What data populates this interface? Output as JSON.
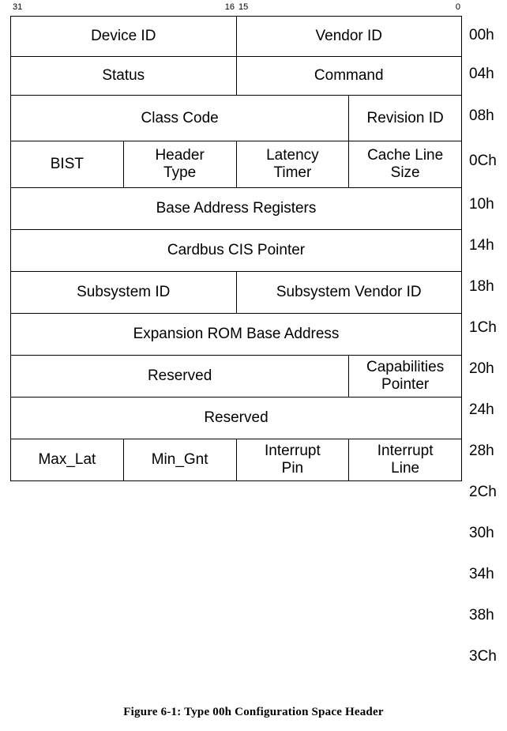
{
  "figure": {
    "caption": "Figure 6-1:  Type 00h Configuration Space Header",
    "title": "Type 00h Configuration Space Header"
  },
  "bit_ruler": {
    "left_half": {
      "start": "31",
      "end": "16"
    },
    "right_half": {
      "start": "15",
      "end": "0"
    }
  },
  "colors": {
    "border": "#000000",
    "background": "#ffffff",
    "text": "#000000"
  },
  "offsets": [
    "00h",
    "04h",
    "08h",
    "0Ch",
    "10h",
    "14h",
    "18h",
    "1Ch",
    "20h",
    "24h",
    "28h",
    "2Ch",
    "30h",
    "34h",
    "38h",
    "3Ch"
  ],
  "rows": [
    {
      "offset": "00h",
      "fields": [
        {
          "label": "Device ID",
          "span": "half"
        },
        {
          "label": "Vendor ID",
          "span": "half"
        }
      ]
    },
    {
      "offset": "04h",
      "fields": [
        {
          "label": "Status",
          "span": "half"
        },
        {
          "label": "Command",
          "span": "half"
        }
      ]
    },
    {
      "offset": "08h",
      "fields": [
        {
          "label": "Class Code",
          "span": "three-quarter"
        },
        {
          "label": "Revision ID",
          "span": "quarter"
        }
      ]
    },
    {
      "offset": "0Ch",
      "fields": [
        {
          "label": "BIST",
          "span": "quarter"
        },
        {
          "label_line1": "Header",
          "label_line2": "Type",
          "span": "quarter"
        },
        {
          "label_line1": "Latency",
          "label_line2": "Timer",
          "span": "quarter"
        },
        {
          "label_line1": "Cache Line",
          "label_line2": "Size",
          "span": "quarter"
        }
      ]
    },
    {
      "offset_range": [
        "10h",
        "14h",
        "18h",
        "1Ch",
        "20h",
        "24h"
      ],
      "fields": [
        {
          "label": "Base Address Registers",
          "span": "full",
          "rowspan": 6
        }
      ]
    },
    {
      "offset": "28h",
      "fields": [
        {
          "label": "Cardbus CIS Pointer",
          "span": "full"
        }
      ]
    },
    {
      "offset": "2Ch",
      "fields": [
        {
          "label": "Subsystem ID",
          "span": "half"
        },
        {
          "label": "Subsystem Vendor ID",
          "span": "half"
        }
      ]
    },
    {
      "offset": "30h",
      "fields": [
        {
          "label": "Expansion ROM Base Address",
          "span": "full"
        }
      ]
    },
    {
      "offset": "34h",
      "fields": [
        {
          "label": "Reserved",
          "span": "three-quarter"
        },
        {
          "label_line1": "Capabilities",
          "label_line2": "Pointer",
          "span": "quarter"
        }
      ]
    },
    {
      "offset": "38h",
      "fields": [
        {
          "label": "Reserved",
          "span": "full"
        }
      ]
    },
    {
      "offset": "3Ch",
      "fields": [
        {
          "label": "Max_Lat",
          "span": "quarter"
        },
        {
          "label": "Min_Gnt",
          "span": "quarter"
        },
        {
          "label_line1": "Interrupt",
          "label_line2": "Pin",
          "span": "quarter"
        },
        {
          "label_line1": "Interrupt",
          "label_line2": "Line",
          "span": "quarter"
        }
      ]
    }
  ]
}
